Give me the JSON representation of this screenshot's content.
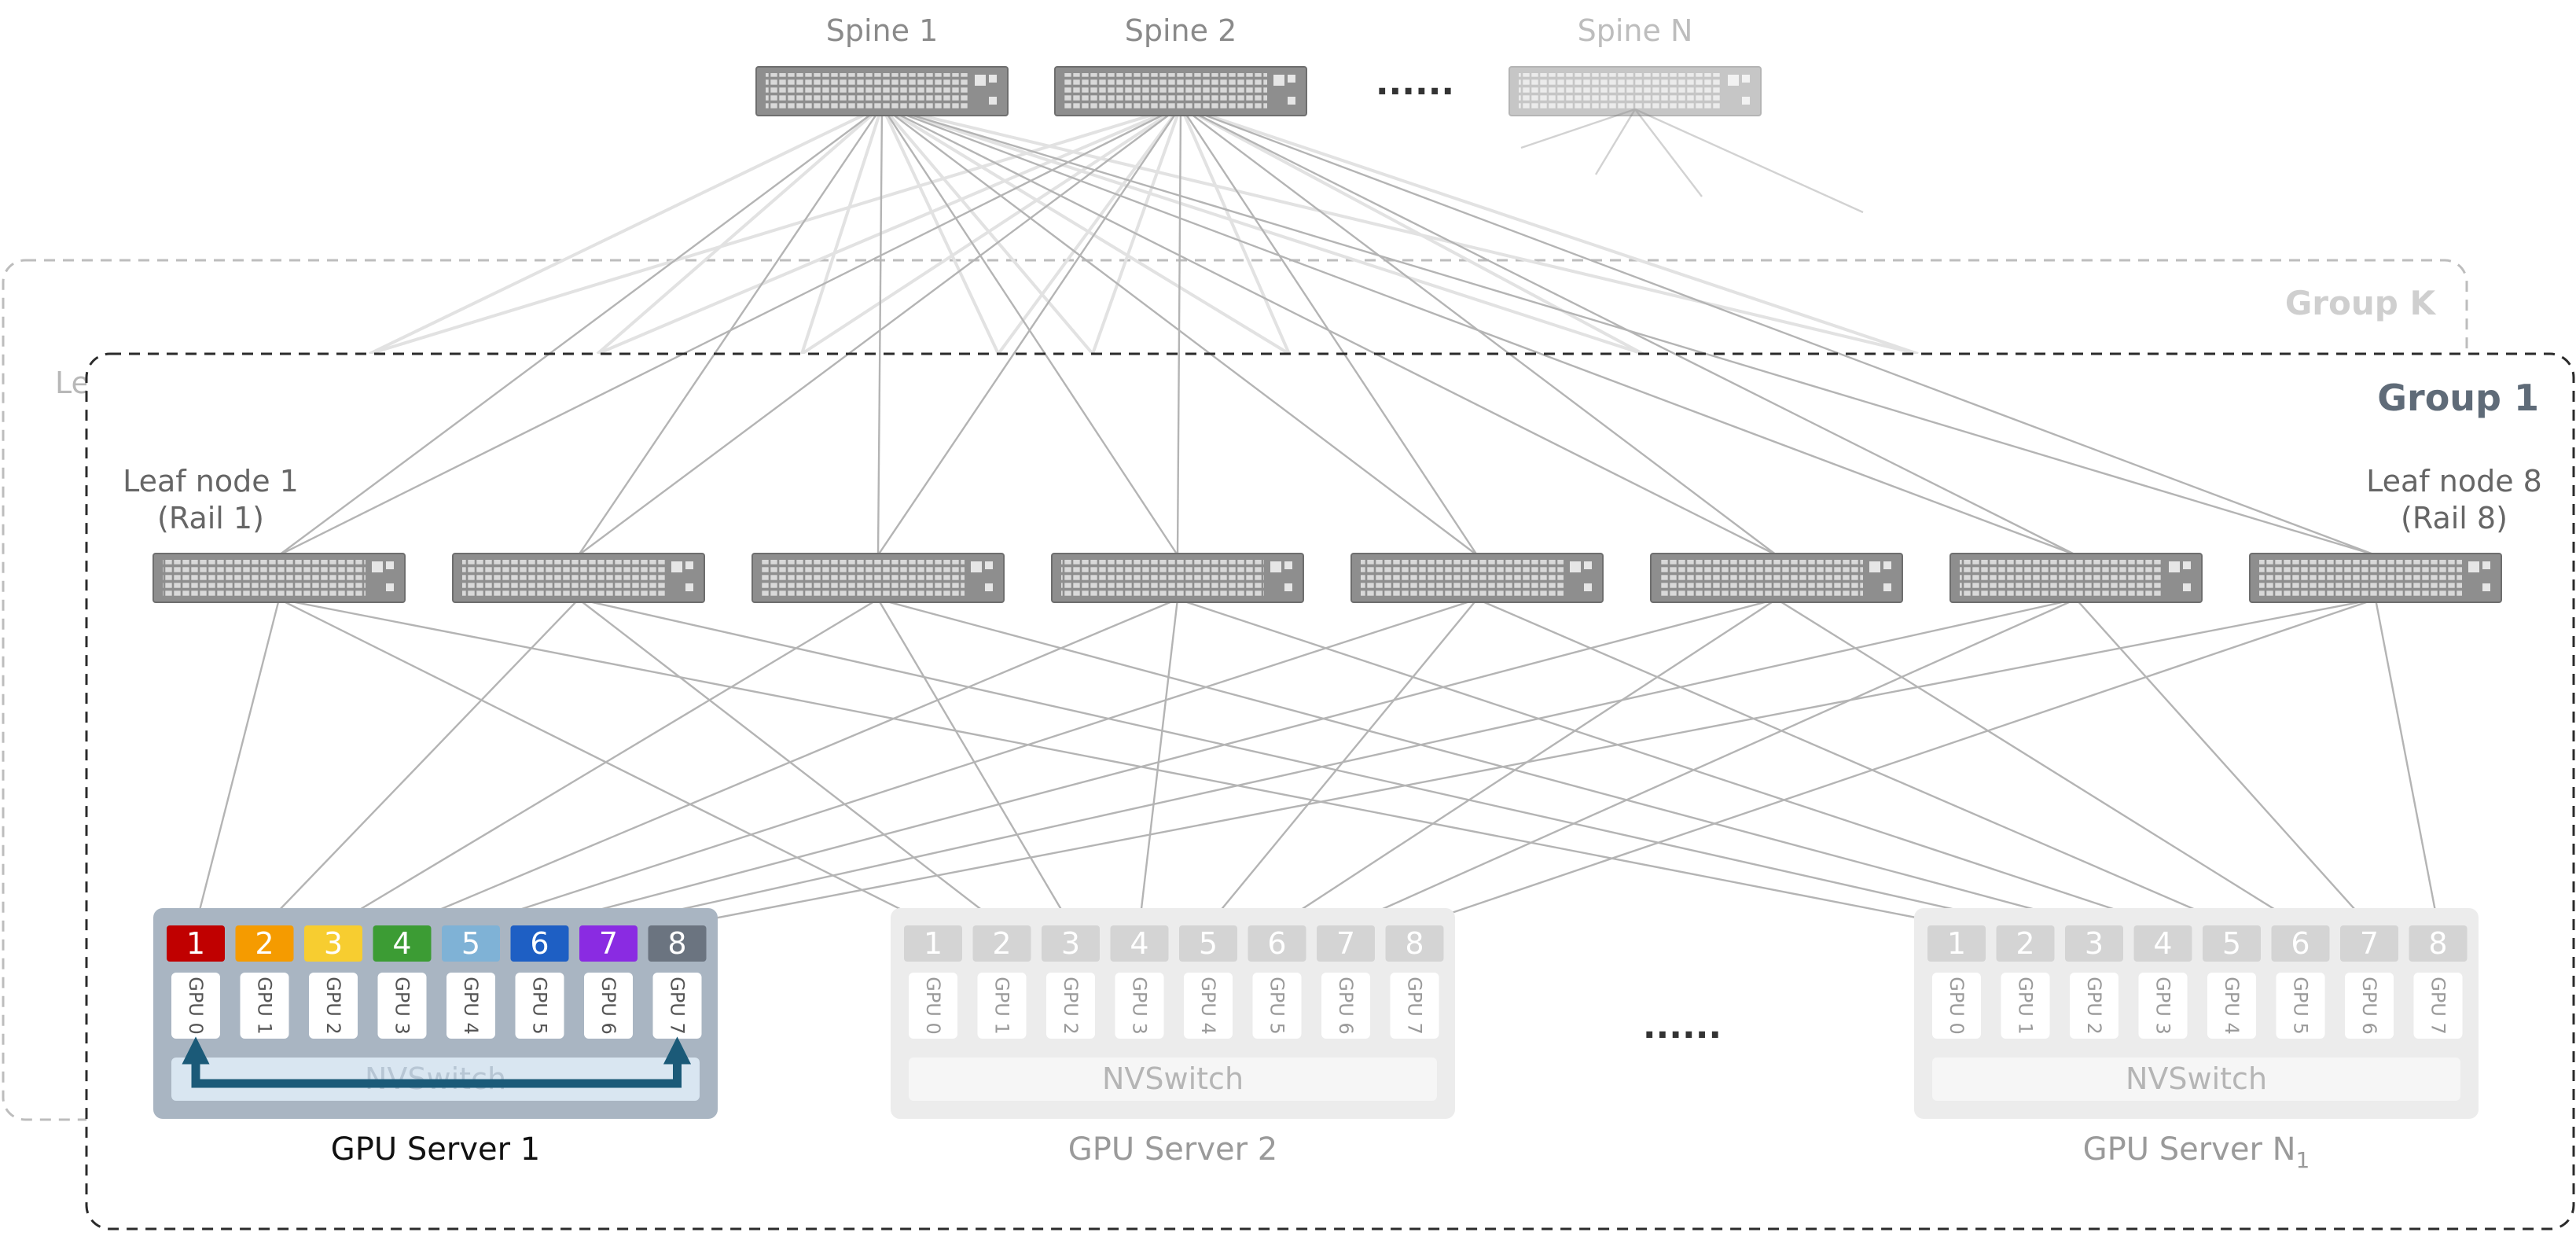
{
  "spines": [
    {
      "label": "Spine 1",
      "faded": false
    },
    {
      "label": "Spine 2",
      "faded": false
    },
    {
      "label": "Spine N",
      "faded": true
    }
  ],
  "spine_ellipsis": "......",
  "group_k": {
    "title": "Group K",
    "leaf_partial": "Le"
  },
  "group_1": {
    "title": "Group 1",
    "leaf_first": {
      "line1": "Leaf node 1",
      "line2": "(Rail 1)"
    },
    "leaf_last": {
      "line1": "Leaf node 8",
      "line2": "(Rail 8)"
    },
    "leaf_count": 8
  },
  "rail_colors": [
    "#c00000",
    "#f59b00",
    "#f7cd30",
    "#3c9c34",
    "#7fb2d6",
    "#1e5fc4",
    "#8a2be2",
    "#6b7480"
  ],
  "servers": [
    {
      "name": "GPU Server 1",
      "subscript": "",
      "highlight": true,
      "nics": [
        "1",
        "2",
        "3",
        "4",
        "5",
        "6",
        "7",
        "8"
      ],
      "gpus": [
        "GPU 0",
        "GPU 1",
        "GPU 2",
        "GPU 3",
        "GPU 4",
        "GPU 5",
        "GPU 6",
        "GPU 7"
      ],
      "switch": "NVSwitch"
    },
    {
      "name": "GPU Server 2",
      "subscript": "",
      "highlight": false,
      "nics": [
        "1",
        "2",
        "3",
        "4",
        "5",
        "6",
        "7",
        "8"
      ],
      "gpus": [
        "GPU 0",
        "GPU 1",
        "GPU 2",
        "GPU 3",
        "GPU 4",
        "GPU 5",
        "GPU 6",
        "GPU 7"
      ],
      "switch": "NVSwitch"
    },
    {
      "name": "GPU Server N",
      "subscript": "1",
      "highlight": false,
      "nics": [
        "1",
        "2",
        "3",
        "4",
        "5",
        "6",
        "7",
        "8"
      ],
      "gpus": [
        "GPU 0",
        "GPU 1",
        "GPU 2",
        "GPU 3",
        "GPU 4",
        "GPU 5",
        "GPU 6",
        "GPU 7"
      ],
      "switch": "NVSwitch"
    }
  ],
  "server_ellipsis": "......",
  "colors": {
    "link": "#b4b4b4",
    "link_faded": "#e2e2e2",
    "arrow": "#1b5a78",
    "group_border": "#2b2b2b",
    "group_k_border": "#bdbdbd"
  }
}
